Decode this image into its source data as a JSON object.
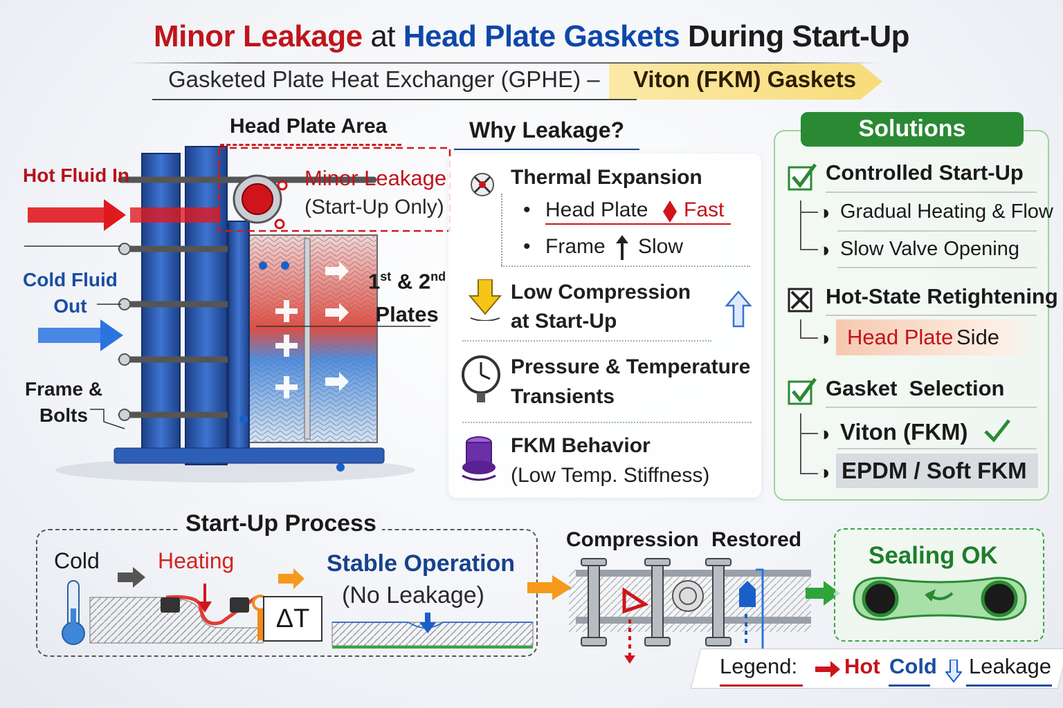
{
  "title": {
    "part1": "Minor Leakage",
    "part2": "at",
    "part3": "Head Plate Gaskets",
    "part4": "During Start-Up"
  },
  "subtitle": {
    "main": "Gasketed Plate Heat Exchanger (GPHE) –",
    "highlight": "Viton (FKM) Gaskets"
  },
  "diagram": {
    "hot_fluid_in": "Hot Fluid In",
    "cold_fluid_out_1": "Cold Fluid",
    "cold_fluid_out_2": "Out",
    "frame_bolts_1": "Frame &",
    "frame_bolts_2": "Bolts",
    "head_plate_area": "Head Plate Area",
    "minor_leakage": "Minor Leakage",
    "startup_only": "(Start-Up Only)",
    "plates_1st": "1",
    "plates_st": "st",
    "plates_and": "& 2",
    "plates_nd": "nd",
    "plates_word": "Plates"
  },
  "why": {
    "title": "Why Leakage?",
    "thermal": "Thermal Expansion",
    "head_plate": "Head Plate",
    "fast": "Fast",
    "frame": "Frame",
    "slow": "Slow",
    "low_comp_1": "Low Compression",
    "low_comp_2": "at Start-Up",
    "pt_1": "Pressure & Temperature",
    "pt_2": "Transients",
    "fkm_1": "FKM Behavior",
    "fkm_2": "(Low Temp. Stiffness)"
  },
  "solutions": {
    "title": "Solutions",
    "controlled": "Controlled Start-Up",
    "gradual": "Gradual Heating & Flow",
    "slow_valve": "Slow Valve Opening",
    "hot_state": "Hot-State Retightening",
    "head_plate_side_a": "Head Plate",
    "head_plate_side_b": "Side",
    "gasket_sel": "Gasket  Selection",
    "viton": "Viton (FKM)",
    "epdm": "EPDM / Soft FKM"
  },
  "process": {
    "title": "Start-Up Process",
    "cold": "Cold",
    "heating": "Heating",
    "delta_t": "ΔT",
    "stable_1": "Stable Operation",
    "stable_2": "(No Leakage)",
    "compression": "Compression  Restored",
    "sealing": "Sealing OK"
  },
  "legend": {
    "label": "Legend:",
    "hot": "Hot",
    "cold": "Cold",
    "leakage": "Leakage"
  },
  "colors": {
    "hot": "#d01a1f",
    "cold": "#1a5fc8",
    "frame_blue": "#2d5fb8",
    "green": "#2a8a34",
    "orange": "#f59a1b"
  }
}
